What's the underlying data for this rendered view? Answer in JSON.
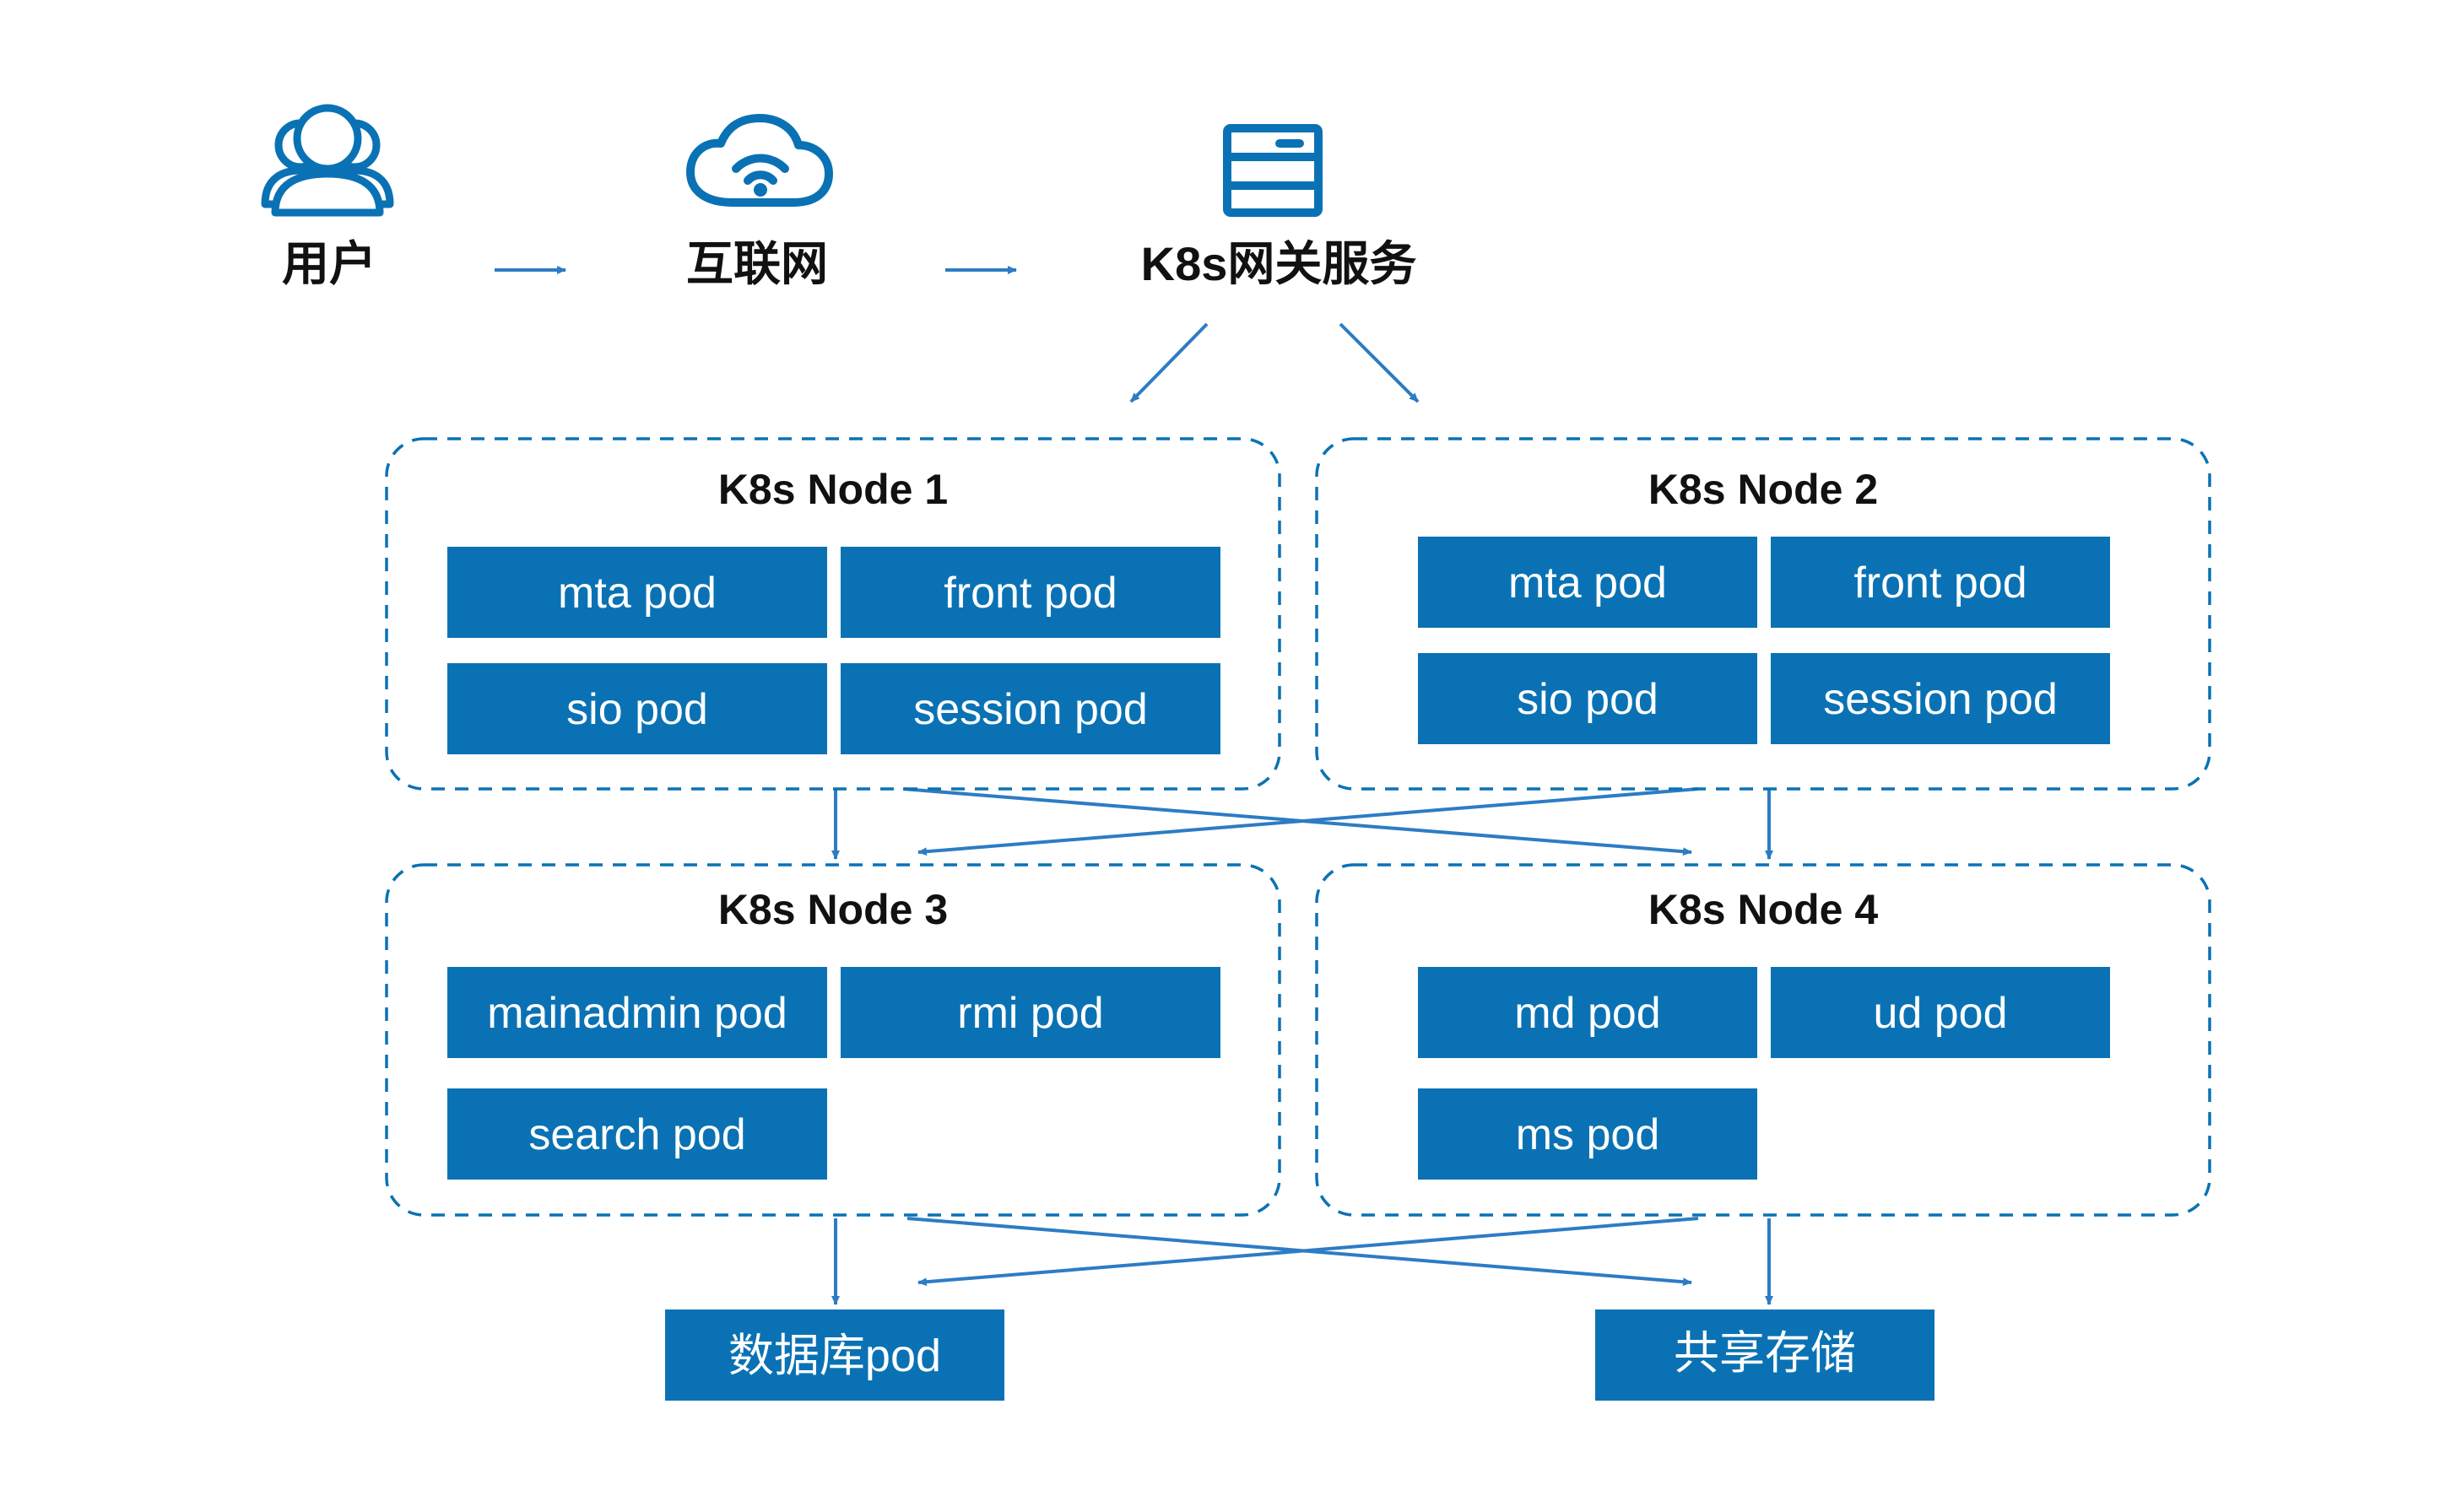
{
  "colors": {
    "accent": "#0a72b4",
    "text": "#111111",
    "pod_text": "#ffffff",
    "arrow": "#2d7cc4"
  },
  "flow": [
    {
      "label": "用户",
      "icon": "users-icon"
    },
    {
      "label": "互联网",
      "icon": "cloud-wifi-icon"
    },
    {
      "label": "K8s网关服务",
      "icon": "server-icon"
    }
  ],
  "nodes": [
    {
      "title": "K8s Node 1",
      "pods": [
        "mta pod",
        "front pod",
        "sio pod",
        "session pod"
      ]
    },
    {
      "title": "K8s Node 2",
      "pods": [
        "mta pod",
        "front pod",
        "sio pod",
        "session pod"
      ]
    },
    {
      "title": "K8s Node 3",
      "pods": [
        "mainadmin pod",
        "rmi pod",
        "search pod"
      ]
    },
    {
      "title": "K8s Node 4",
      "pods": [
        "md pod",
        "ud pod",
        "ms pod"
      ]
    }
  ],
  "storage": [
    "数据库pod",
    "共享存储"
  ]
}
